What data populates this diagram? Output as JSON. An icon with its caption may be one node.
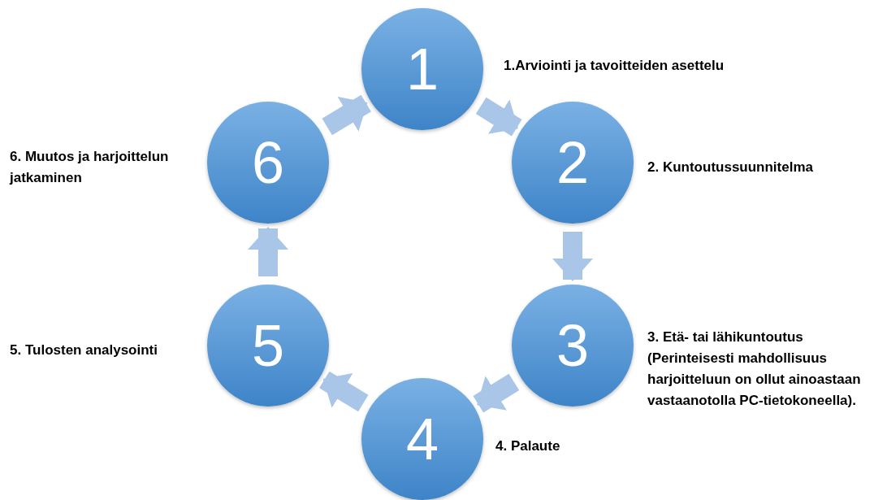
{
  "diagram": {
    "nodes": [
      {
        "text": [
          "1"
        ],
        "beside": [
          "1.Arviointi ja tavoitteiden asettelu"
        ]
      },
      {
        "text": [
          "2"
        ],
        "beside": [
          "2. Kuntoutussuunnitelma"
        ]
      },
      {
        "text": [
          "3"
        ],
        "beside": [
          "3. Etä- tai lähikuntoutus (Perinteisesti mahdollisuus harjoitteluun on ollut ainoastaan vastaanotolla PC-tietokoneella)."
        ]
      },
      {
        "text": [
          "4"
        ],
        "beside": [
          "4. Palaute"
        ]
      },
      {
        "text": [
          "5"
        ],
        "beside": [
          "5. Tulosten analysointi"
        ]
      },
      {
        "text": [
          "6"
        ],
        "beside": [
          "6. Muutos ja harjoittelun jatkaminen"
        ]
      }
    ],
    "edges": [
      {
        "from": 0,
        "to": 1,
        "arrow": "to"
      },
      {
        "from": 1,
        "to": 2,
        "arrow": "to"
      },
      {
        "from": 2,
        "to": 3,
        "arrow": "to"
      },
      {
        "from": 3,
        "to": 4,
        "arrow": "to"
      },
      {
        "from": 4,
        "to": 5,
        "arrow": "to"
      },
      {
        "from": 5,
        "to": 0,
        "arrow": "to"
      }
    ]
  }
}
